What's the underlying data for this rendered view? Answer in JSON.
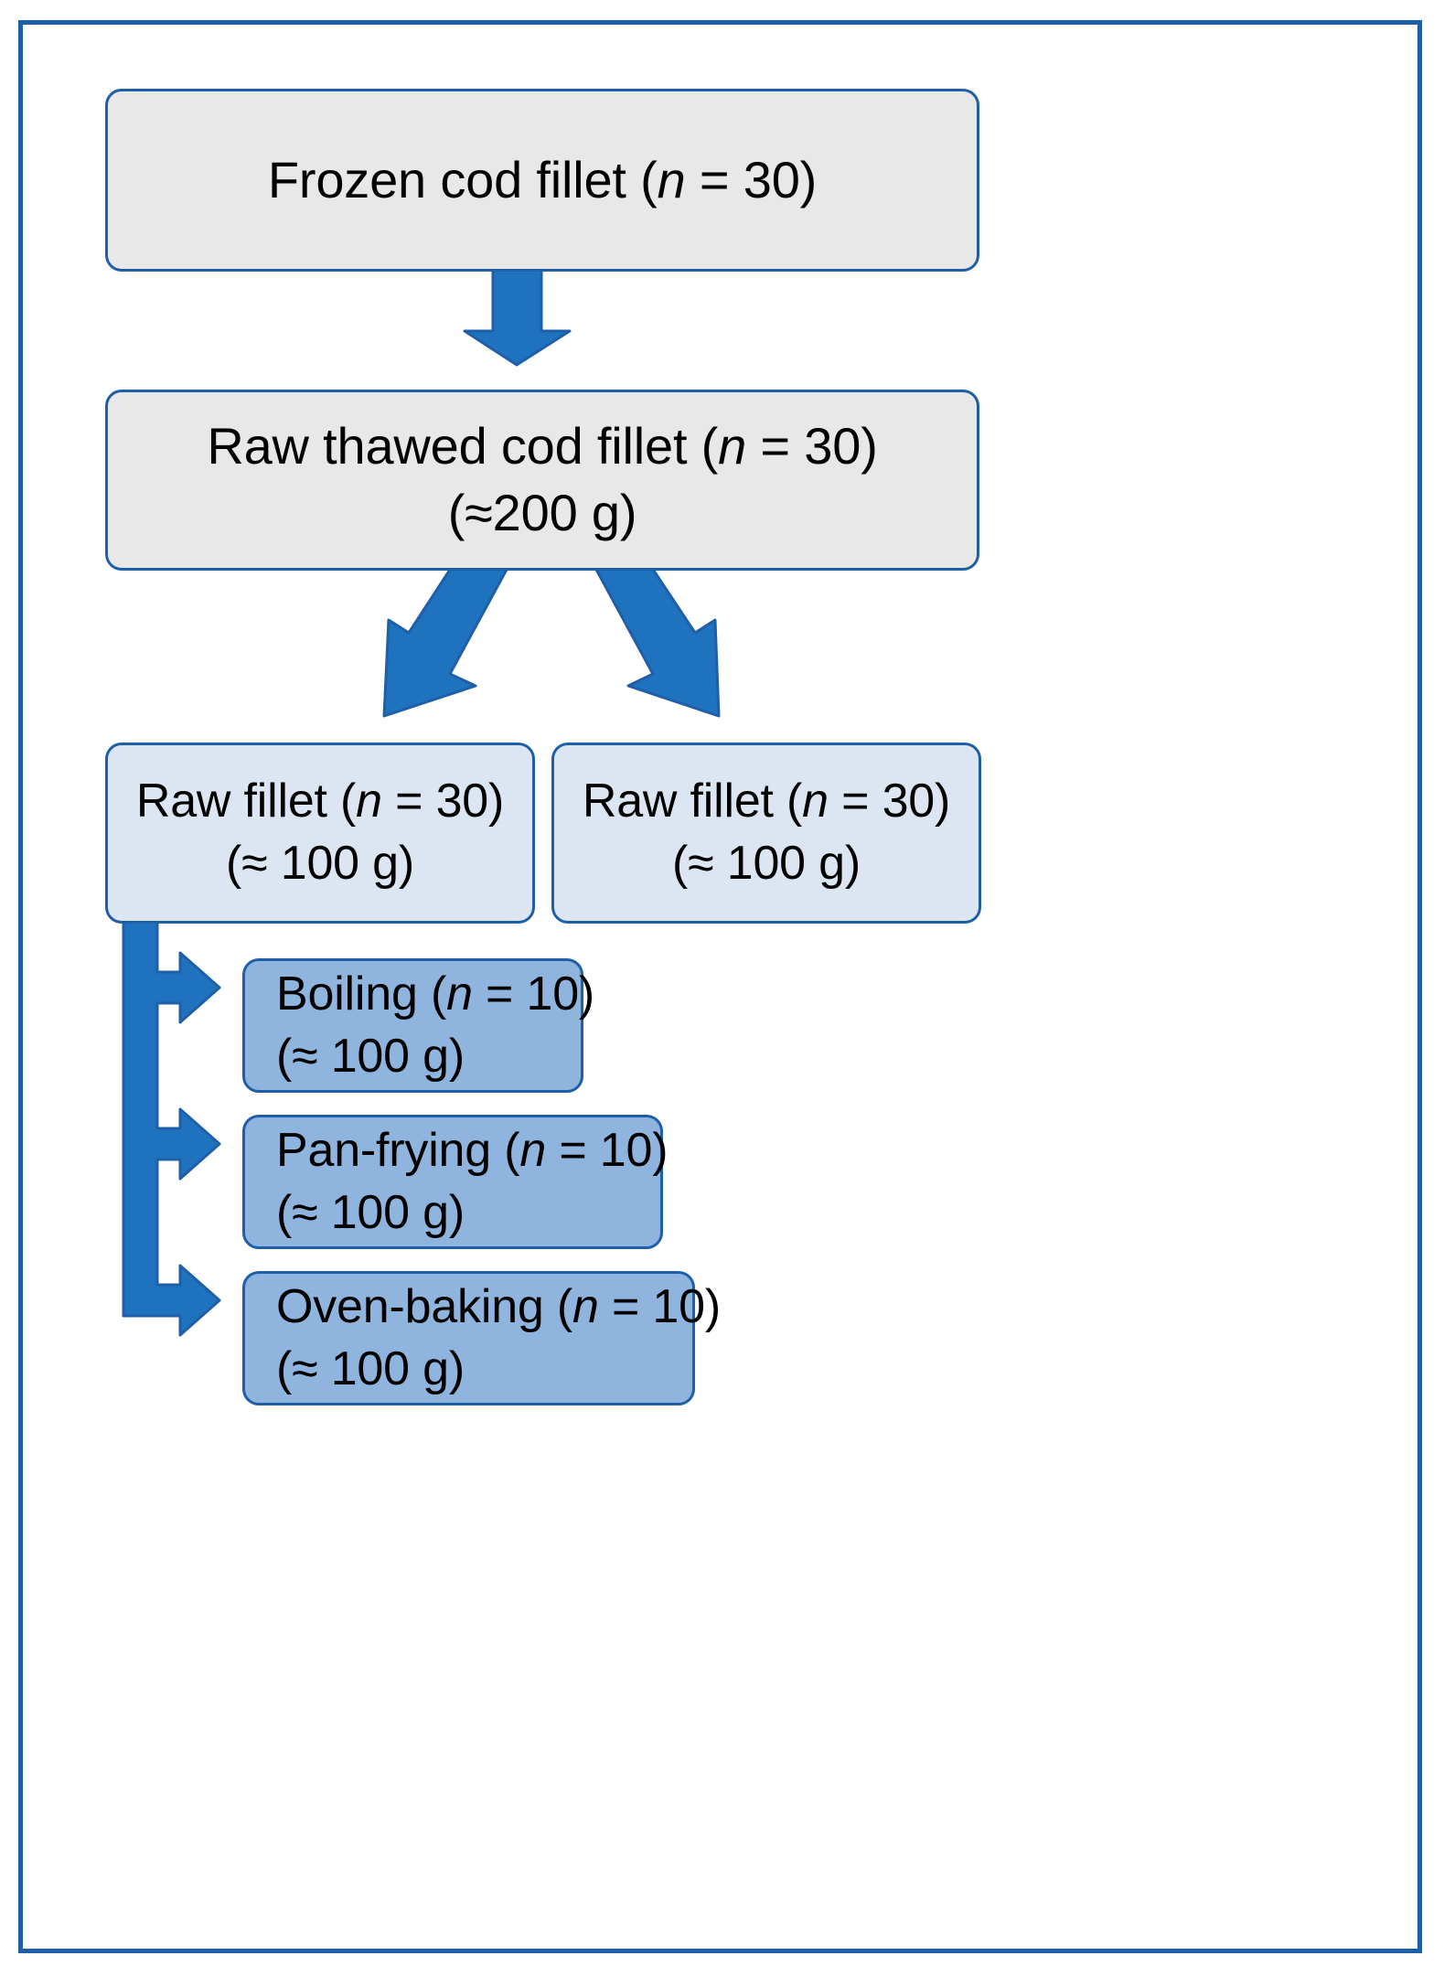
{
  "diagram": {
    "title": "Cod fillet sample preparation and cooking flowchart",
    "colors": {
      "frame_border": "#1F5FA8",
      "arrow_fill": "#1F72BE",
      "arrow_stroke": "#1F5FA8",
      "stage_gray": "#E8E8E8",
      "stage_light_blue": "#DCE6F3",
      "stage_medium_blue": "#8FB4DE",
      "text": "#000000"
    },
    "nodes": [
      {
        "id": "frozen",
        "line1_pre": "Frozen cod fillet (",
        "line1_italic": "n",
        "line1_post": " = 30)",
        "line2": ""
      },
      {
        "id": "thawed",
        "line1_pre": "Raw thawed cod fillet (",
        "line1_italic": "n",
        "line1_post": " = 30)",
        "line2": "(≈200 g)"
      },
      {
        "id": "raw-left",
        "line1_pre": "Raw fillet (",
        "line1_italic": "n",
        "line1_post": " = 30)",
        "line2": "(≈ 100 g)"
      },
      {
        "id": "raw-right",
        "line1_pre": "Raw fillet (",
        "line1_italic": "n",
        "line1_post": " = 30)",
        "line2": "(≈ 100 g)"
      },
      {
        "id": "boiling",
        "line1_pre": "Boiling (",
        "line1_italic": "n",
        "line1_post": " = 10)",
        "line2": "(≈ 100 g)"
      },
      {
        "id": "panfrying",
        "line1_pre": "Pan-frying (",
        "line1_italic": "n",
        "line1_post": " = 10)",
        "line2": "(≈ 100 g)"
      },
      {
        "id": "ovenbaking",
        "line1_pre": "Oven-baking (",
        "line1_italic": "n",
        "line1_post": " = 10)",
        "line2": "(≈ 100 g)"
      }
    ],
    "edges": [
      {
        "id": "frozen-to-thawed",
        "type": "arrow-down"
      },
      {
        "id": "thawed-to-raw-left",
        "type": "arrow-diagonal-down-left"
      },
      {
        "id": "thawed-to-raw-right",
        "type": "arrow-diagonal-down-right"
      },
      {
        "id": "raw-left-to-boiling",
        "type": "arrow-elbow-right"
      },
      {
        "id": "raw-left-to-panfrying",
        "type": "arrow-elbow-right"
      },
      {
        "id": "raw-left-to-ovenbaking",
        "type": "arrow-elbow-right"
      }
    ]
  }
}
